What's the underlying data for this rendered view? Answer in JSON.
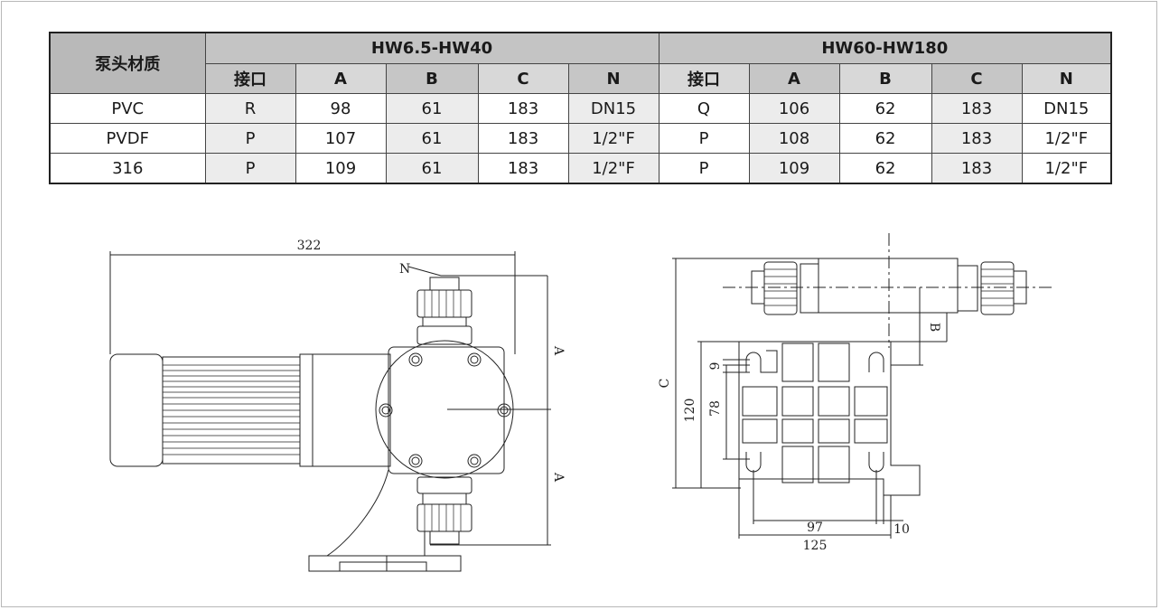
{
  "table": {
    "material_header": "泵头材质",
    "groups": [
      "HW6.5-HW40",
      "HW60-HW180"
    ],
    "sub_headers": [
      "接口",
      "A",
      "B",
      "C",
      "N",
      "接口",
      "A",
      "B",
      "C",
      "N"
    ],
    "rows": [
      {
        "material": "PVC",
        "cells": [
          "R",
          "98",
          "61",
          "183",
          "DN15",
          "Q",
          "106",
          "62",
          "183",
          "DN15"
        ]
      },
      {
        "material": "PVDF",
        "cells": [
          "P",
          "107",
          "61",
          "183",
          "1/2\"F",
          "P",
          "108",
          "62",
          "183",
          "1/2\"F"
        ]
      },
      {
        "material": "316",
        "cells": [
          "P",
          "109",
          "61",
          "183",
          "1/2\"F",
          "P",
          "109",
          "62",
          "183",
          "1/2\"F"
        ]
      }
    ]
  },
  "drawing_left": {
    "dim_total_width": "322",
    "label_n": "N",
    "label_a_top": "A",
    "label_a_bottom": "A"
  },
  "drawing_right": {
    "label_b": "B",
    "label_c": "C",
    "dim_120": "120",
    "dim_78": "78",
    "dim_9": "9",
    "dim_97": "97",
    "dim_10": "10",
    "dim_125": "125"
  }
}
